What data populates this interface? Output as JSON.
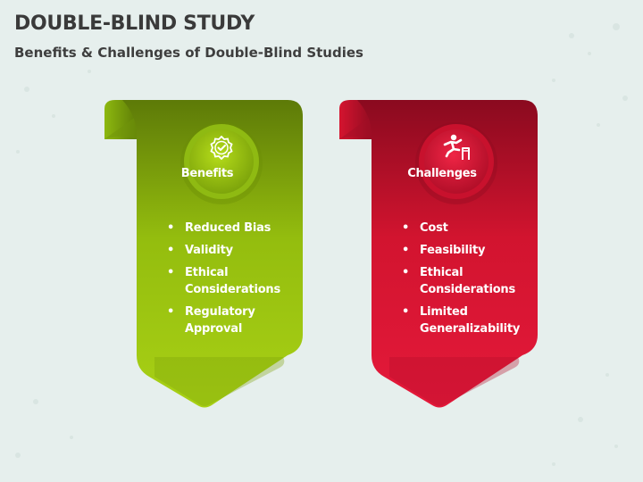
{
  "header": {
    "title": "DOUBLE-BLIND STUDY",
    "subtitle": "Benefits & Challenges of Double-Blind Studies"
  },
  "cards": [
    {
      "label": "Benefits",
      "icon": "badge-check-icon",
      "color_light": "#a3c914",
      "color_dark": "#5d7a08",
      "items": [
        "Reduced Bias",
        "Validity",
        "Ethical Considerations",
        "Regulatory Approval"
      ]
    },
    {
      "label": "Challenges",
      "icon": "hurdle-jumper-icon",
      "color_light": "#e5193a",
      "color_dark": "#8a0a1f",
      "items": [
        "Cost",
        "Feasibility",
        "Ethical Considerations",
        "Limited Generalizability"
      ]
    }
  ]
}
